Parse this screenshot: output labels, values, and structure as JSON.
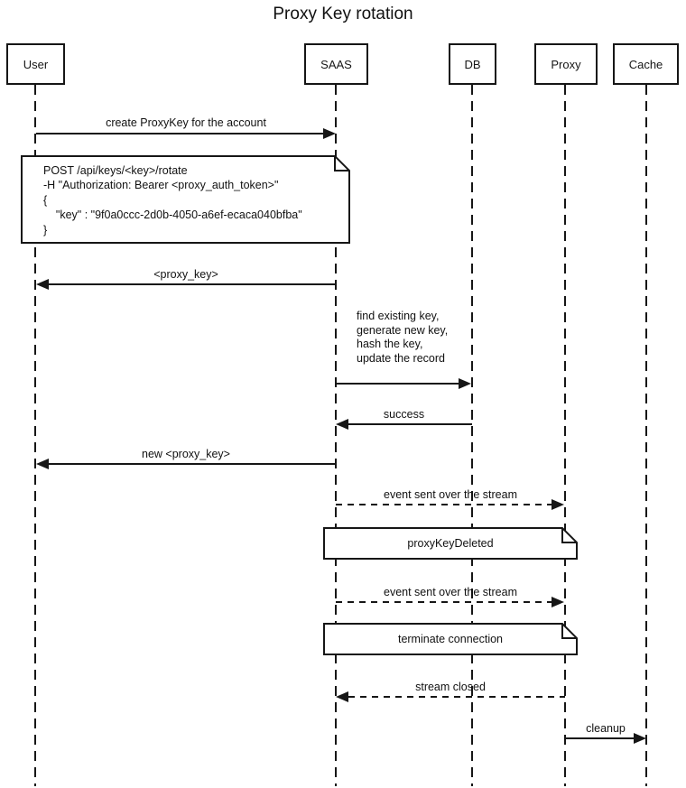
{
  "title": "Proxy Key rotation",
  "participants": [
    "User",
    "SAAS",
    "DB",
    "Proxy",
    "Cache"
  ],
  "messages": {
    "create_proxykey": "create ProxyKey for the account",
    "proxy_key": "<proxy_key>",
    "db_operation_lines": [
      "find existing key,",
      "generate new key,",
      "hash the key,",
      "update the record"
    ],
    "success": "success",
    "new_proxy_key": "new <proxy_key>",
    "event_stream_1": "event sent over the stream",
    "event_stream_2": "event sent over the stream",
    "stream_closed": "stream closed",
    "cleanup": "cleanup"
  },
  "notes": {
    "request": {
      "lines": [
        "POST /api/keys/<key>/rotate",
        "-H \"Authorization: Bearer <proxy_auth_token>\"",
        "{",
        "    \"key\" : \"9f0a0ccc-2d0b-4050-a6ef-ecaca040bfba\"",
        "}"
      ]
    },
    "proxy_key_deleted": "proxyKeyDeleted",
    "terminate_connection": "terminate connection"
  },
  "colors": {
    "ink": "#161616",
    "background": "#ffffff"
  }
}
